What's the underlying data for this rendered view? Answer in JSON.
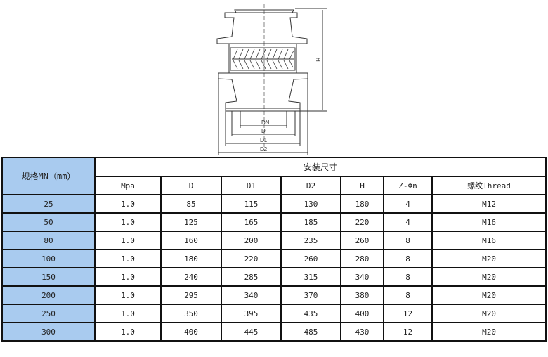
{
  "drawing": {
    "labels": {
      "dn": "DN",
      "d": "D",
      "d1": "D1",
      "d2": "D2",
      "h": "H"
    }
  },
  "table": {
    "spec_header": "规格MN（mm）",
    "group_header": "安装尺寸",
    "columns": [
      "Mpa",
      "D",
      "D1",
      "D2",
      "H",
      "Z-Φn",
      "螺纹Thread"
    ],
    "rows": [
      [
        "25",
        "1.0",
        "85",
        "115",
        "130",
        "180",
        "4",
        "M12"
      ],
      [
        "50",
        "1.0",
        "125",
        "165",
        "185",
        "220",
        "4",
        "M16"
      ],
      [
        "80",
        "1.0",
        "160",
        "200",
        "235",
        "260",
        "8",
        "M16"
      ],
      [
        "100",
        "1.0",
        "180",
        "220",
        "260",
        "280",
        "8",
        "M20"
      ],
      [
        "150",
        "1.0",
        "240",
        "285",
        "315",
        "340",
        "8",
        "M20"
      ],
      [
        "200",
        "1.0",
        "295",
        "340",
        "370",
        "380",
        "8",
        "M20"
      ],
      [
        "250",
        "1.0",
        "350",
        "395",
        "435",
        "400",
        "12",
        "M20"
      ],
      [
        "300",
        "1.0",
        "400",
        "445",
        "485",
        "430",
        "12",
        "M20"
      ]
    ]
  },
  "colors": {
    "spec_bg": "#a9cbef"
  }
}
